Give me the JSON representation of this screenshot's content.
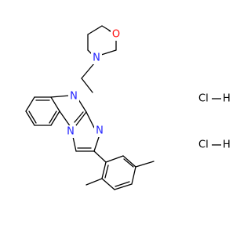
{
  "colors": {
    "background": "#ffffff",
    "bond": "#000000",
    "nitrogen": "#1f1fff",
    "oxygen": "#ff0d0d",
    "chlorine": "#000000"
  },
  "atoms": {
    "oxygen": "O",
    "morpholine_n": "N",
    "benzimidazole_n": "N",
    "imidazole_n_ring": "N",
    "bridge_n": "N"
  },
  "salts": [
    {
      "left": "Cl",
      "right": "H"
    },
    {
      "left": "Cl",
      "right": "H"
    }
  ]
}
